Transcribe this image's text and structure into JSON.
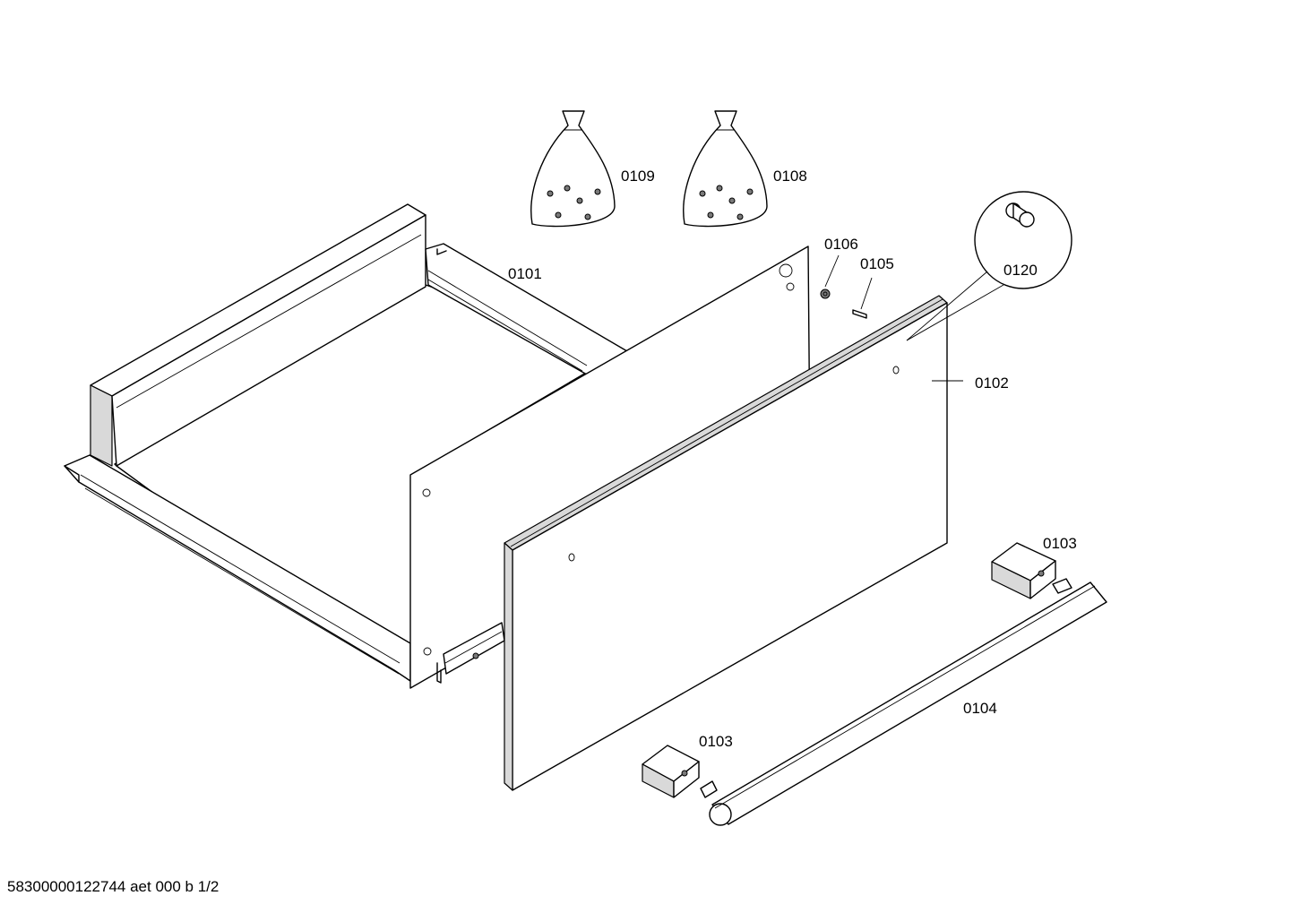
{
  "labels": {
    "p0109": "0109",
    "p0108": "0108",
    "p0106": "0106",
    "p0105": "0105",
    "p0120": "0120",
    "p0101": "0101",
    "p0102": "0102",
    "p0103_top": "0103",
    "p0103_bottom": "0103",
    "p0104": "0104"
  },
  "footer": "58300000122744 aet 000 b 1/2"
}
